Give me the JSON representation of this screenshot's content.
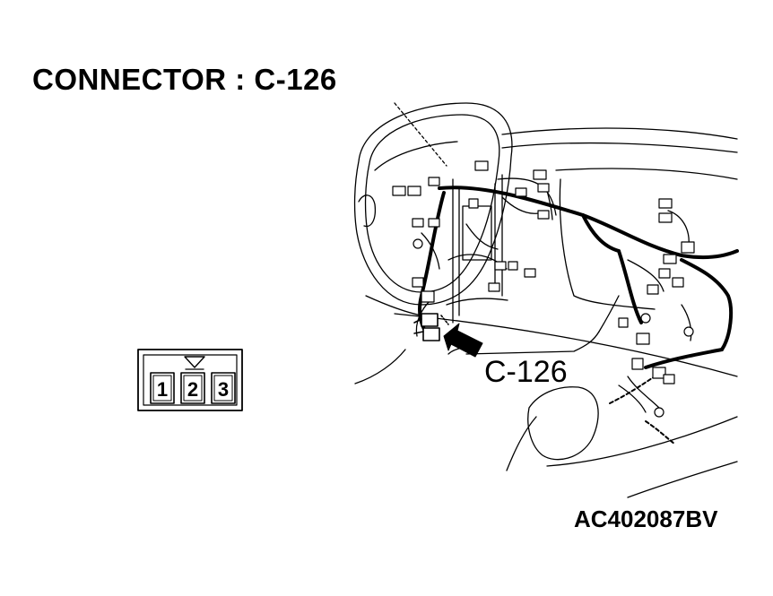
{
  "title": "CONNECTOR : C-126",
  "callout_label": "C-126",
  "figure_code": "AC402087BV",
  "connector": {
    "pins": [
      "1",
      "2",
      "3"
    ]
  }
}
